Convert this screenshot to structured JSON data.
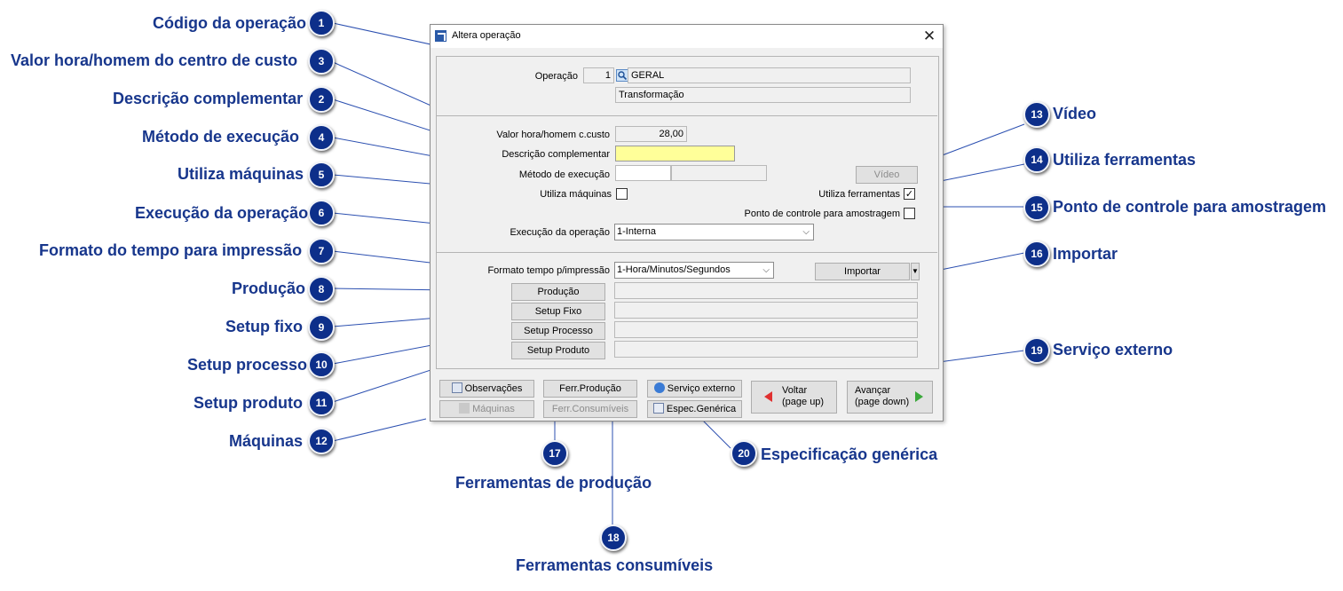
{
  "window": {
    "title": "Altera operação",
    "close": "✕"
  },
  "form": {
    "operacao_label": "Operação",
    "operacao_code": "1",
    "operacao_name": "GERAL",
    "operacao_desc": "Transformação",
    "valor_hora_label": "Valor hora/homem c.custo",
    "valor_hora_value": "28,00",
    "descricao_label": "Descrição complementar",
    "descricao_value": "",
    "metodo_label": "Método de execução",
    "video_button": "Vídeo",
    "utiliza_maquinas_label": "Utiliza máquinas",
    "utiliza_ferramentas_label": "Utiliza ferramentas",
    "ponto_controle_label": "Ponto de controle para amostragem",
    "execucao_label": "Execução da operação",
    "execucao_value": "1-Interna",
    "formato_label": "Formato tempo p/impressão",
    "formato_value": "1-Hora/Minutos/Segundos",
    "importar_button": "Importar",
    "producao_button": "Produção",
    "setup_fixo_button": "Setup Fixo",
    "setup_processo_button": "Setup Processo",
    "setup_produto_button": "Setup Produto"
  },
  "bottom": {
    "observacoes": "Observações",
    "ferr_producao": "Ferr.Produção",
    "servico_externo": "Serviço externo",
    "maquinas": "Máquinas",
    "ferr_consumiveis": "Ferr.Consumíveis",
    "espec_generica": "Espec.Genérica",
    "voltar_1": "Voltar",
    "voltar_2": "(page up)",
    "avancar_1": "Avançar",
    "avancar_2": "(page down)"
  },
  "callouts": [
    {
      "n": "1",
      "label": "Código da operação"
    },
    {
      "n": "3",
      "label": "Valor hora/homem do centro de custo"
    },
    {
      "n": "2",
      "label": "Descrição complementar"
    },
    {
      "n": "4",
      "label": "Método de execução"
    },
    {
      "n": "5",
      "label": "Utiliza máquinas"
    },
    {
      "n": "6",
      "label": "Execução da operação"
    },
    {
      "n": "7",
      "label": "Formato do tempo para impressão"
    },
    {
      "n": "8",
      "label": "Produção"
    },
    {
      "n": "9",
      "label": "Setup fixo"
    },
    {
      "n": "10",
      "label": "Setup processo"
    },
    {
      "n": "11",
      "label": "Setup produto"
    },
    {
      "n": "12",
      "label": "Máquinas"
    },
    {
      "n": "13",
      "label": "Vídeo"
    },
    {
      "n": "14",
      "label": "Utiliza ferramentas"
    },
    {
      "n": "15",
      "label": "Ponto de controle para amostragem"
    },
    {
      "n": "16",
      "label": "Importar"
    },
    {
      "n": "19",
      "label": "Serviço externo"
    },
    {
      "n": "17",
      "label": "Ferramentas de produção"
    },
    {
      "n": "18",
      "label": "Ferramentas consumíveis"
    },
    {
      "n": "20",
      "label": "Especificação genérica"
    }
  ],
  "colors": {
    "callout_text": "#17368c",
    "badge": "#0d2f8a",
    "descricao_bg": "#ffff99"
  }
}
